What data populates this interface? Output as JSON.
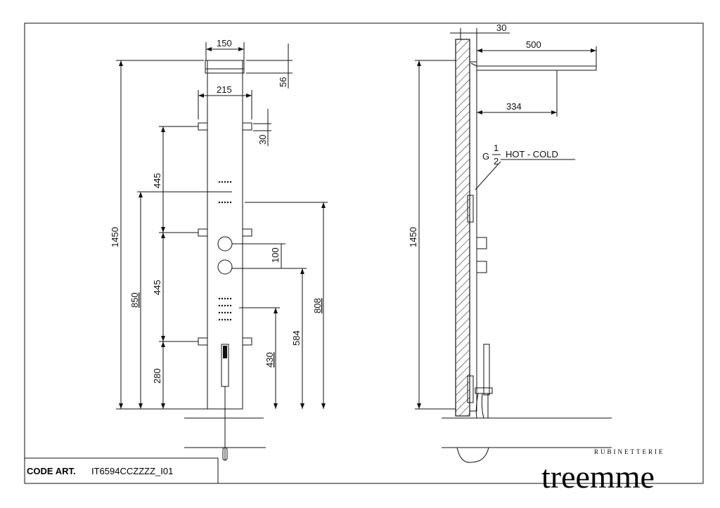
{
  "title_block": {
    "code_label": "CODE ART.",
    "code_value": "IT6594CCZZZZ_I01"
  },
  "logo": {
    "small": "RUBINETTERIE",
    "big": "treemme"
  },
  "front_view": {
    "dims": {
      "width_top": "150",
      "head_height": "56",
      "bracket_span": "215",
      "bracket_height": "30",
      "total_height": "1450",
      "bracket_gap_upper": "445",
      "bracket_gap_lower": "445",
      "bracket_bottom": "280",
      "jets_height": "850",
      "knob_gap": "100",
      "knob_height": "584",
      "jet_height_lower": "430",
      "upper_jets": "808"
    }
  },
  "side_view": {
    "dims": {
      "wall_offset": "30",
      "arm_length": "500",
      "head_offset": "334",
      "total_height": "1450"
    },
    "connection": {
      "prefix": "G",
      "num": "1",
      "den": "2",
      "label": "HOT - COLD"
    }
  }
}
